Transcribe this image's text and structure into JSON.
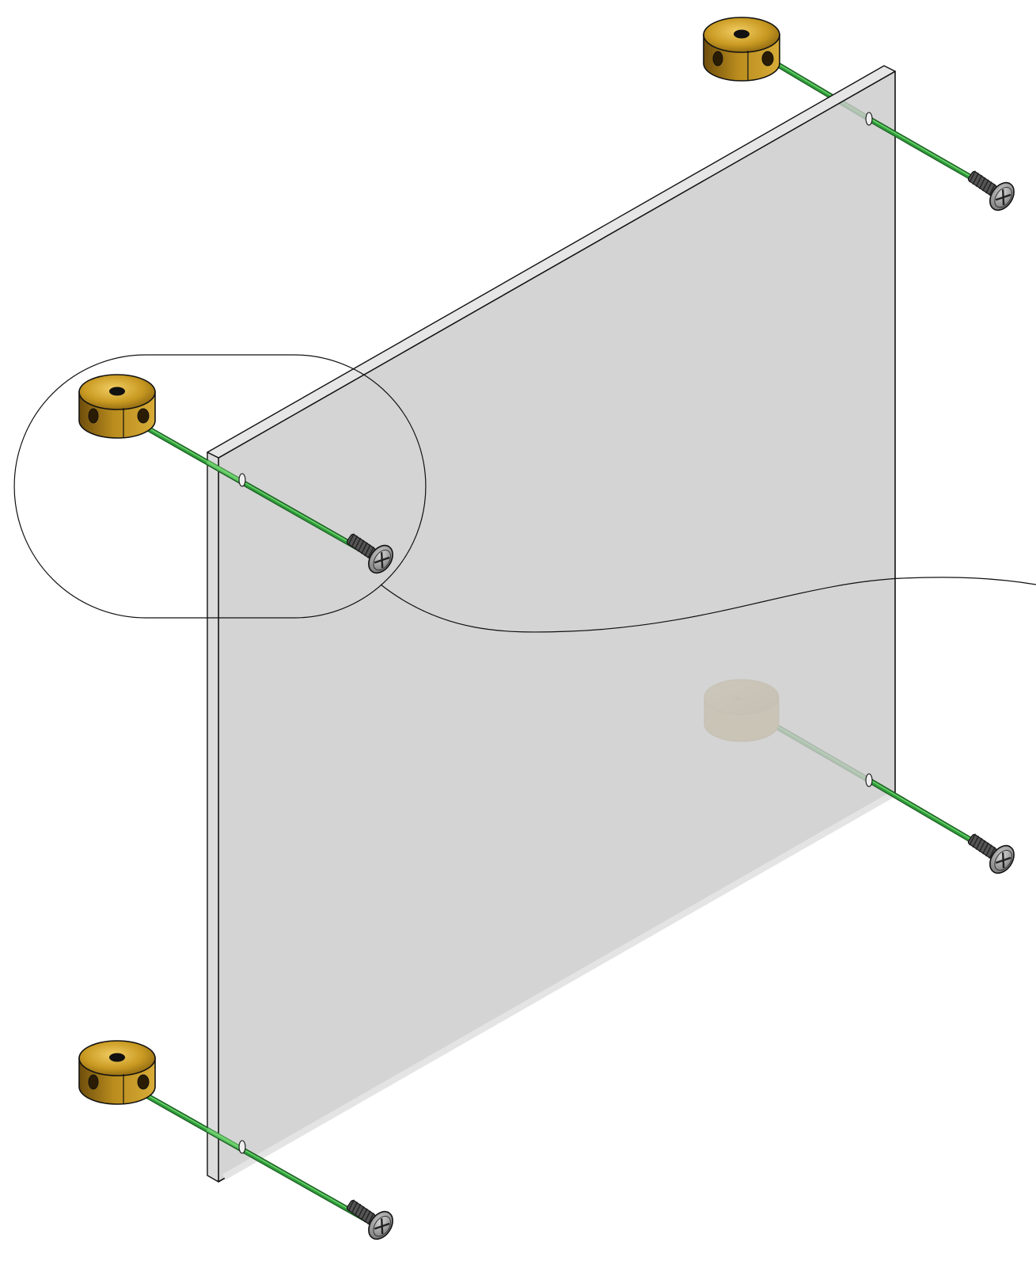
{
  "diagram": {
    "kind": "exploded assembly view",
    "colors": {
      "background": "#ffffff",
      "panel_face": "#cbcbcb",
      "panel_edge": "#e2e2e2",
      "outline": "#111111",
      "rod": "#2e9e3a",
      "rod_highlight": "#7ddc7a",
      "standoff_light": "#d9ad3c",
      "standoff_dark": "#6e4d0c",
      "standoff_behind": "#c2a655",
      "screw": "#8e8e8e",
      "screw_dark": "#444444"
    },
    "parts": {
      "panel": "panel-plate",
      "standoff": "barrel-standoff",
      "rod": "assembly-axis-rod",
      "screw": "phillips-screw",
      "detail": "detail-callout-outline"
    },
    "standoff_count": 4,
    "screw_count": 4
  }
}
